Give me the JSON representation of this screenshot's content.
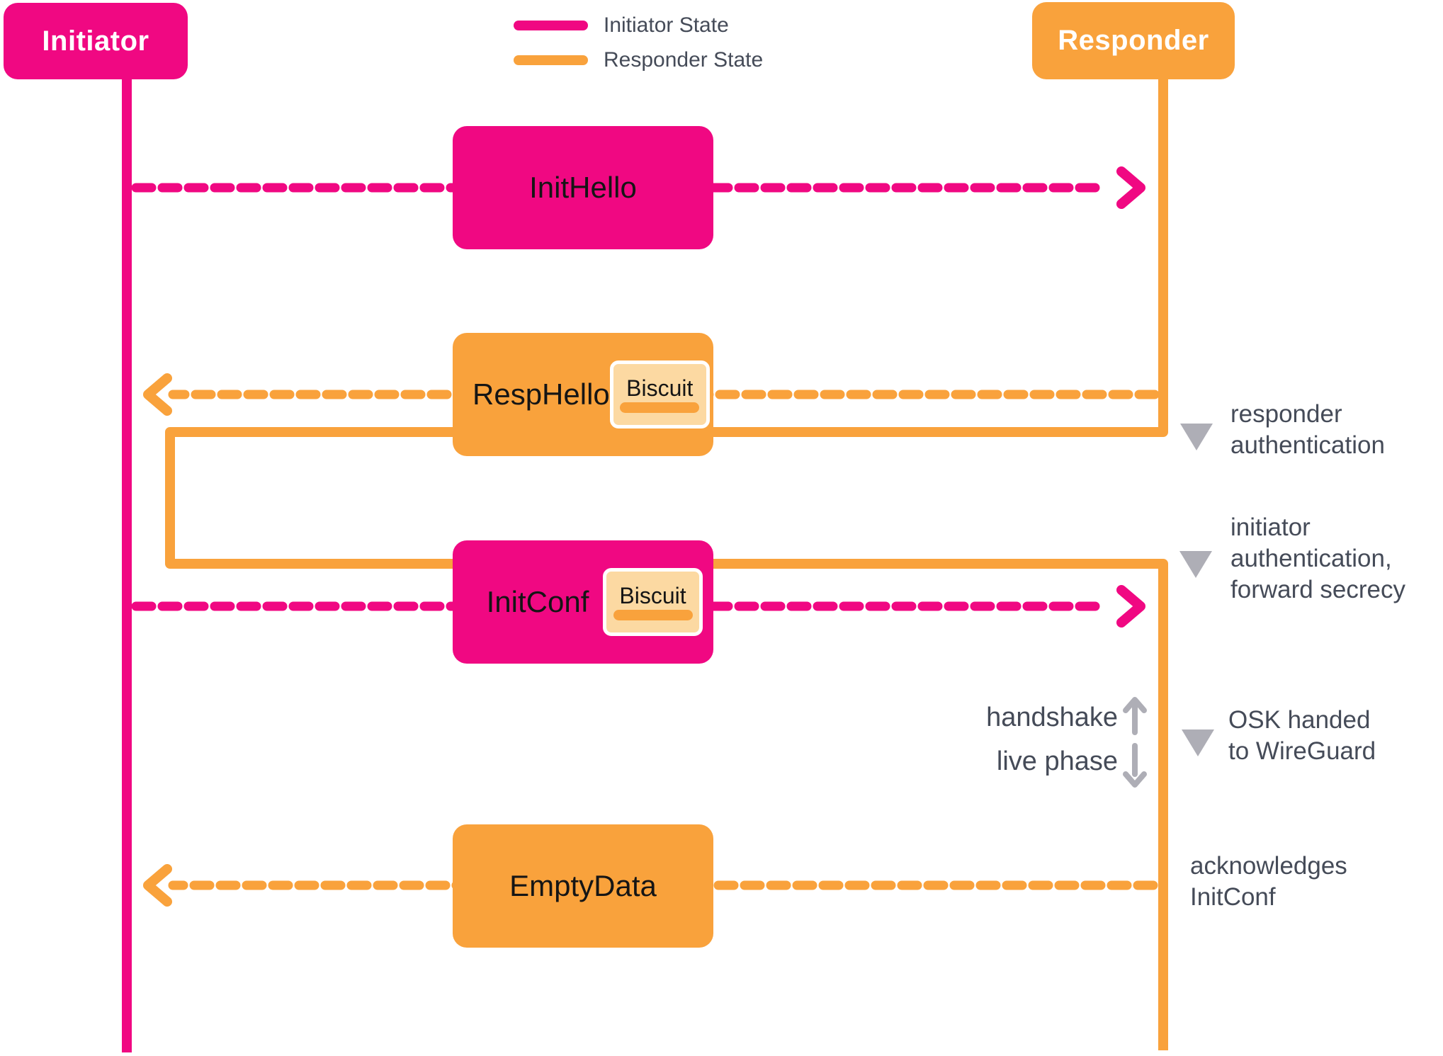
{
  "actors": {
    "initiator": "Initiator",
    "responder": "Responder"
  },
  "legend": {
    "initiator_state": "Initiator State",
    "responder_state": "Responder State"
  },
  "messages": [
    {
      "label": "InitHello",
      "owner": "initiator",
      "direction": "to-responder",
      "biscuit": false
    },
    {
      "label": "RespHello",
      "owner": "responder",
      "direction": "to-initiator",
      "biscuit": true,
      "biscuit_label": "Biscuit"
    },
    {
      "label": "InitConf",
      "owner": "initiator",
      "direction": "to-responder",
      "biscuit": true,
      "biscuit_label": "Biscuit"
    },
    {
      "label": "EmptyData",
      "owner": "responder",
      "direction": "to-initiator",
      "biscuit": false
    }
  ],
  "annotations": [
    {
      "text": "responder\nauthentication"
    },
    {
      "text": "initiator\nauthentication,\nforward secrecy"
    },
    {
      "text": "OSK handed\nto WireGuard"
    },
    {
      "text": "acknowledges\nInitConf"
    }
  ],
  "phase_labels": {
    "handshake": "handshake",
    "live_phase": "live phase"
  },
  "colors": {
    "initiator_pink": "#F00882",
    "responder_orange": "#F9A23C",
    "biscuit_fill": "#FCD9A2",
    "annotation_gray": "#AEAEB6",
    "text_dark": "#454B58",
    "label_black": "#151515",
    "background": "#FFFFFF"
  }
}
